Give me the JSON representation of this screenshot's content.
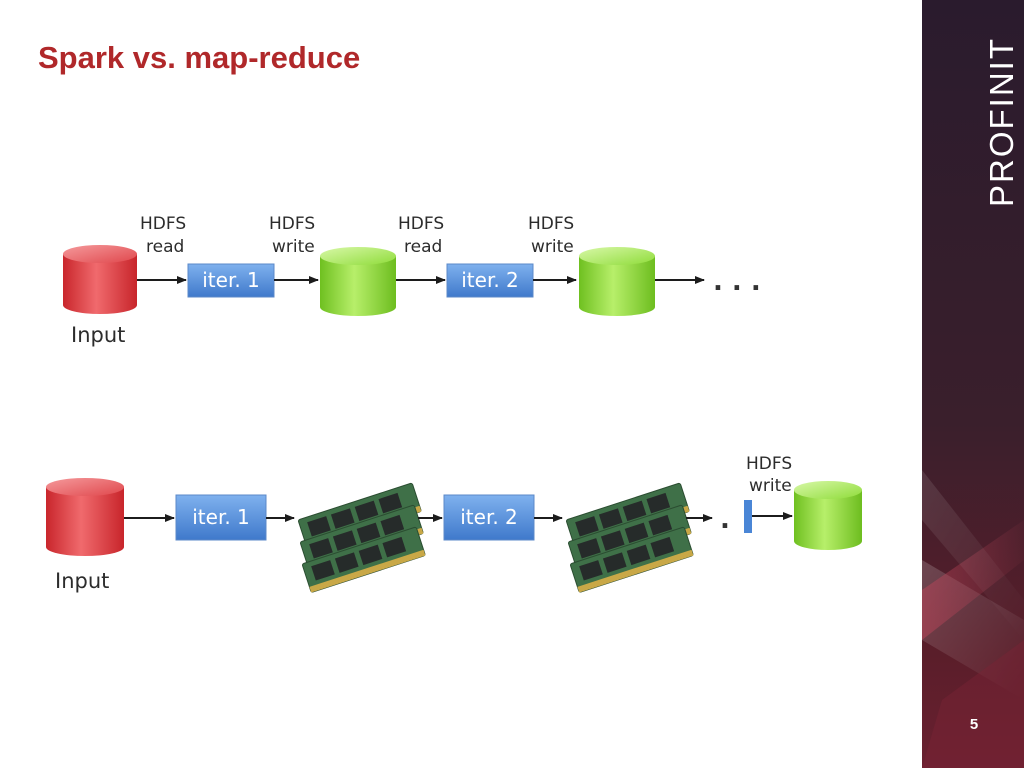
{
  "slide": {
    "title": "Spark vs. map-reduce",
    "brand": "PROFINIT",
    "page_number": "5"
  },
  "colors": {
    "title": "#b0282a",
    "sidebar": "#3a1f2c",
    "input_db": "#e0474c",
    "hdfs_db": "#8fdc3a",
    "iteration_box": "#4a86d6",
    "memory_chip": "#3b6b45"
  },
  "mapreduce_flow": {
    "input_label": "Input",
    "step_labels": [
      {
        "line1": "HDFS",
        "line2": "read"
      },
      {
        "line1": "HDFS",
        "line2": "write"
      },
      {
        "line1": "HDFS",
        "line2": "read"
      },
      {
        "line1": "HDFS",
        "line2": "write"
      }
    ],
    "iterations": [
      "iter. 1",
      "iter. 2"
    ],
    "continuation": ". . ."
  },
  "spark_flow": {
    "input_label": "Input",
    "iterations": [
      "iter. 1",
      "iter. 2"
    ],
    "continuation": ".",
    "output_label": {
      "line1": "HDFS",
      "line2": "write"
    },
    "memory_icon": "ram-module-icon"
  }
}
